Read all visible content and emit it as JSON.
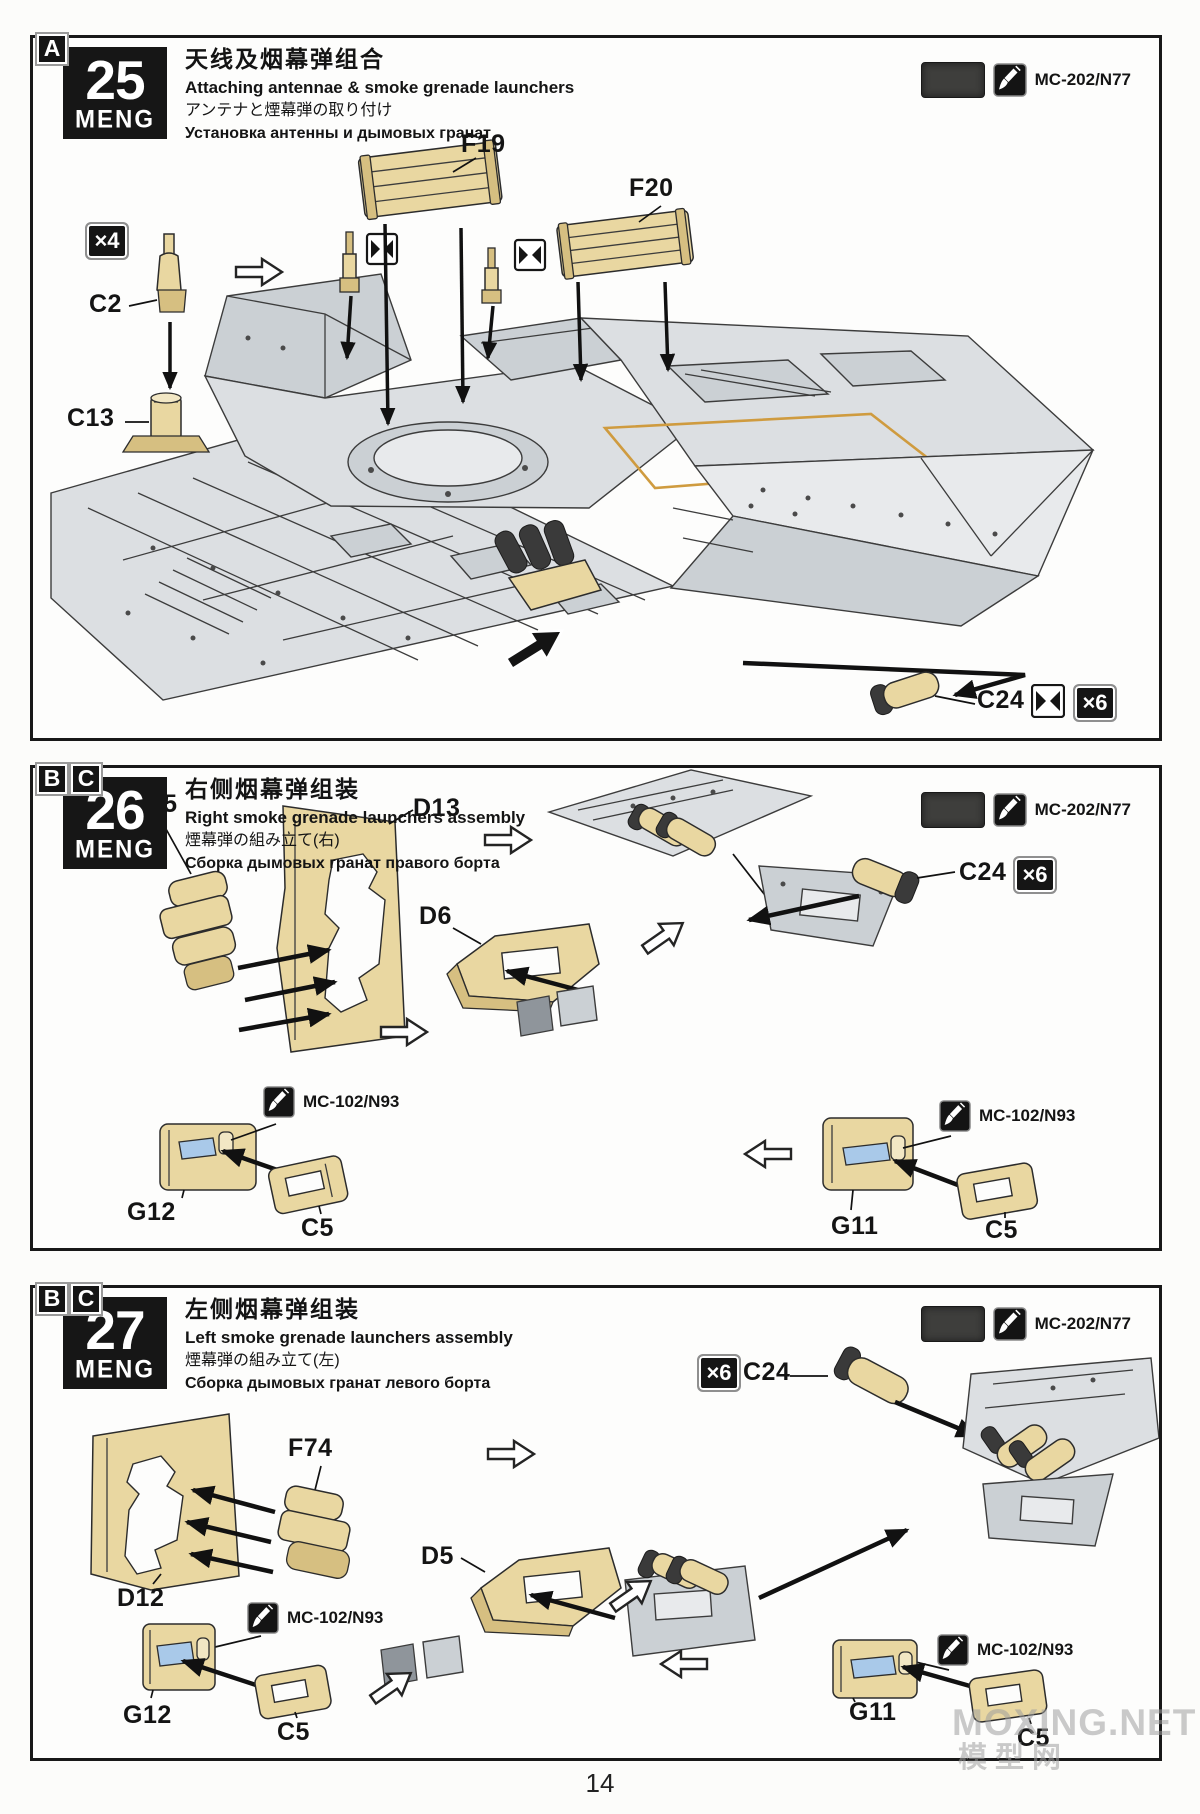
{
  "page": {
    "number": "14",
    "watermark": {
      "line1": "MOXING.NET",
      "line2": "模型网"
    }
  },
  "brand": "MENG",
  "icons": {
    "paint": "brush-icon",
    "cement": "facing-triangles-icon",
    "direction": "hollow-arrow-icon"
  },
  "colors": {
    "part_tan": "#e9d7a1",
    "hull_gray": "#dcdfe2",
    "periscope_blue": "#a9c9e9",
    "swatch_dark": "#3e3e3c",
    "accent_orange": "#cf9b3f"
  },
  "sections": [
    {
      "letters": [
        "A"
      ],
      "number": "25",
      "titles": {
        "zh": "天线及烟幕弹组合",
        "en": "Attaching antennae & smoke grenade launchers",
        "ja": "アンテナと煙幕弾の取り付け",
        "ru": "Установка антенны и дымовых гранат"
      },
      "paint": "MC-202/N77",
      "labels": {
        "qty4": "×4",
        "c2": "C2",
        "c13": "C13",
        "f19": "F19",
        "f20": "F20",
        "c24": "C24",
        "qty6": "×6"
      }
    },
    {
      "letters": [
        "B",
        "C"
      ],
      "number": "26",
      "titles": {
        "zh": "右侧烟幕弹组装",
        "en": "Right smoke grenade launchers assembly",
        "ja": "煙幕弾の組み立て(右)",
        "ru": "Сборка дымовых гранат правого борта"
      },
      "paint": "MC-202/N77",
      "labels": {
        "f75": "F75",
        "d13": "D13",
        "c24": "C24",
        "qty6": "×6",
        "d6": "D6",
        "g12": "G12",
        "c5_left": "C5",
        "g11": "G11",
        "c5_right": "C5",
        "paint_left": "MC-102/N93",
        "paint_right": "MC-102/N93"
      }
    },
    {
      "letters": [
        "B",
        "C"
      ],
      "number": "27",
      "titles": {
        "zh": "左侧烟幕弹组装",
        "en": "Left smoke grenade launchers assembly",
        "ja": "煙幕弾の組み立て(左)",
        "ru": "Сборка дымовых гранат левого борта"
      },
      "paint": "MC-202/N77",
      "labels": {
        "qty6": "×6",
        "c24": "C24",
        "f74": "F74",
        "d12": "D12",
        "d5": "D5",
        "g12": "G12",
        "c5_left": "C5",
        "g11": "G11",
        "c5_right": "C5",
        "paint_left": "MC-102/N93",
        "paint_right": "MC-102/N93"
      }
    }
  ]
}
